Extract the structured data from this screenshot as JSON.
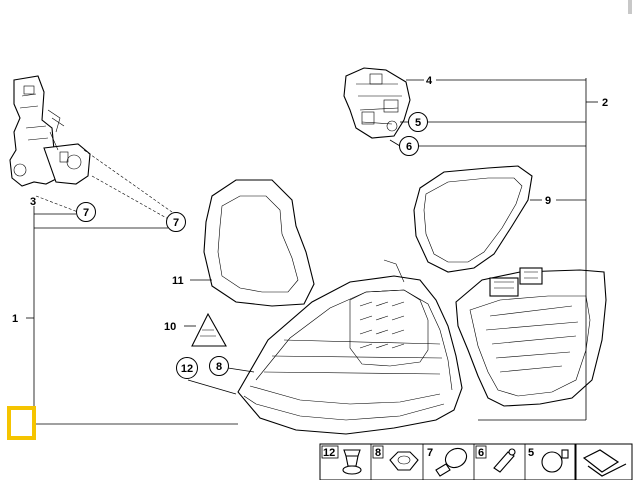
{
  "callouts": {
    "c1": "1",
    "c2": "2",
    "c3": "3",
    "c4": "4",
    "c5": "5",
    "c6": "6",
    "c7a": "7",
    "c7b": "7",
    "c8": "8",
    "c9": "9",
    "c10": "10",
    "c11": "11",
    "c12": "12"
  },
  "parts_strip": {
    "items": [
      "12",
      "8",
      "7",
      "6",
      "5"
    ]
  },
  "colors": {
    "line": "#000000",
    "highlight": "#f5c400",
    "background": "#ffffff"
  },
  "icons": [
    "bracket-icon",
    "warning-label-icon",
    "navigation-arrow-icon"
  ]
}
